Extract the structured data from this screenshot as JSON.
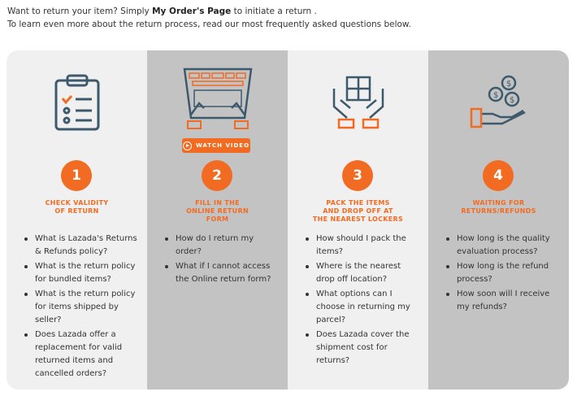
{
  "intro": {
    "line1_pre": "Want to return your item? Simply ",
    "line1_link": "My Order's Page",
    "line1_post": " to initiate a return .",
    "line2": "To learn even more about the return process, read our most frequently asked questions below."
  },
  "colors": {
    "accent": "#f26b22",
    "icon": "#3d5a6c",
    "light": "#f0f0f0",
    "dark": "#c3c3c3"
  },
  "steps": [
    {
      "number": "1",
      "title": "CHECK VALIDITY\nOF RETURN",
      "icon": "clipboard-checklist-icon",
      "questions": [
        "What is Lazada's Returns & Refunds policy?",
        "What is the return policy for bundled items?",
        "What is the return policy for items shipped by seller?",
        "Does Lazada offer a replacement for valid returned items and cancelled orders?"
      ]
    },
    {
      "number": "2",
      "title": "FILL IN THE\nONLINE RETURN\nFORM",
      "icon": "laptop-typing-icon",
      "video_label": "WATCH VIDEO",
      "questions": [
        "How do I return my order?",
        "What if I cannot access the Online return form?"
      ]
    },
    {
      "number": "3",
      "title": "PACK THE ITEMS\nAND DROP OFF AT\nTHE NEAREST LOCKERS",
      "icon": "hands-package-icon",
      "questions": [
        "How should I pack the items?",
        "Where is the nearest drop off location?",
        "What options can I choose in returning my parcel?",
        "Does Lazada cover the shipment cost for returns?"
      ]
    },
    {
      "number": "4",
      "title": "WAITING FOR\nRETURNS/REFUNDS",
      "icon": "hand-coins-icon",
      "questions": [
        "How long is the quality evaluation process?",
        "How long is the refund process?",
        "How soon will I receive my refunds?"
      ]
    }
  ]
}
